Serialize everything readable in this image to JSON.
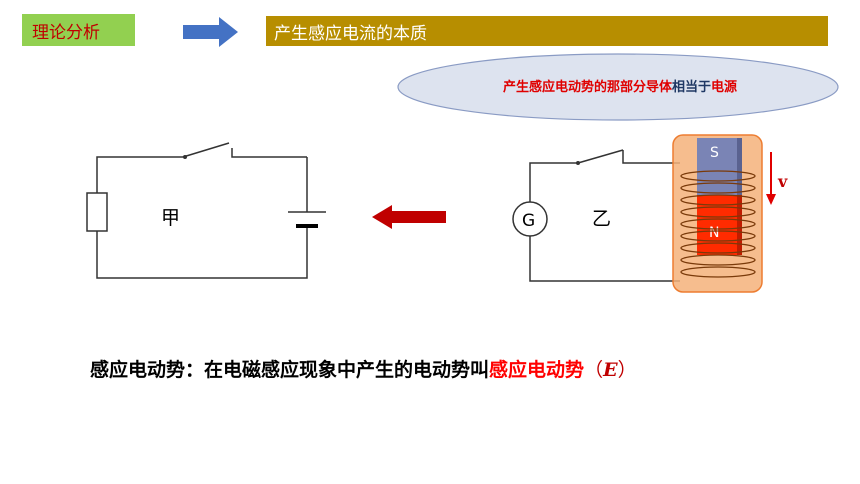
{
  "header": {
    "tag_label": "理论分析",
    "title": "产生感应电流的本质"
  },
  "callout": {
    "part1": "产生感应电动势的那部分导体",
    "part2": "相当于",
    "part3": "电源"
  },
  "circuit_a": {
    "label": "甲"
  },
  "circuit_b": {
    "label": "乙",
    "galvanometer": "G",
    "magnet_top": "S",
    "magnet_bottom": "N",
    "velocity": "v"
  },
  "definition": {
    "term": "感应电动势",
    "colon": "：",
    "body": "在电磁感应现象中产生的电动势叫",
    "highlight": "感应电动势",
    "open_paren": "（",
    "symbol": "E",
    "close_paren": "）"
  },
  "colors": {
    "tag_bg": "#92d050",
    "title_bg": "#b78e00",
    "accent_red": "#ff0000",
    "arrow_blue": "#4472c4",
    "arrow_dark_red": "#c00000"
  }
}
